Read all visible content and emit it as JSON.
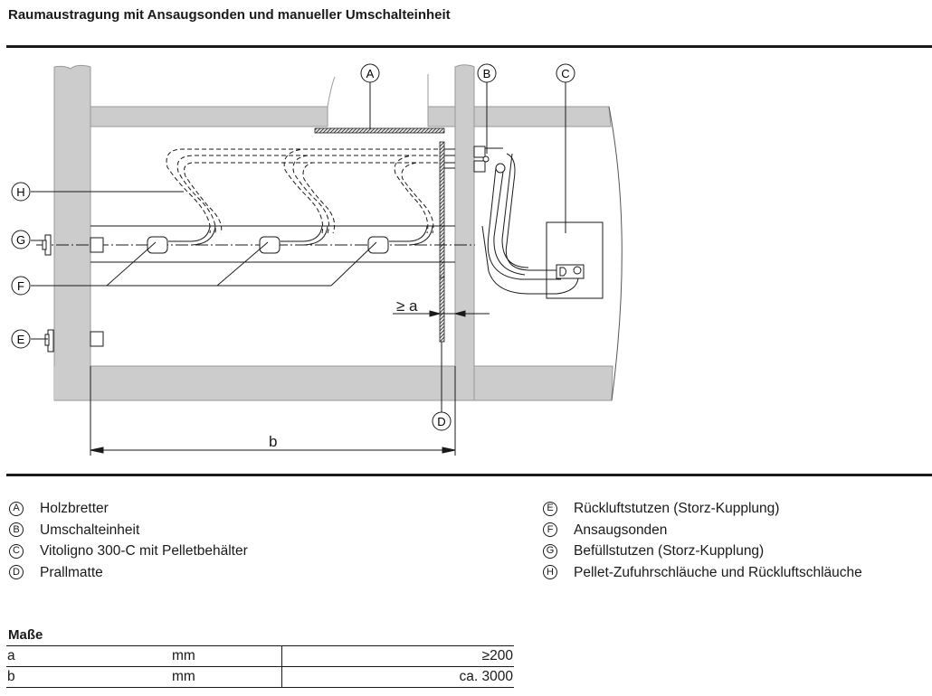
{
  "page": {
    "title": "Raumaustragung mit Ansaugsonden und manueller Umschalteinheit"
  },
  "diagram": {
    "callouts": [
      "A",
      "B",
      "C",
      "D",
      "E",
      "F",
      "G",
      "H"
    ],
    "dimension_labels": {
      "a": "≥ a",
      "b": "b"
    },
    "colors": {
      "wall": "#cccccc",
      "line": "#1a1a1a"
    }
  },
  "legend": {
    "left": [
      {
        "key": "A",
        "label": "Holzbretter"
      },
      {
        "key": "B",
        "label": "Umschalteinheit"
      },
      {
        "key": "C",
        "label": "Vitoligno 300-C mit Pelletbehälter"
      },
      {
        "key": "D",
        "label": "Prallmatte"
      }
    ],
    "right": [
      {
        "key": "E",
        "label": "Rückluftstutzen (Storz-Kupplung)"
      },
      {
        "key": "F",
        "label": "Ansaugsonden"
      },
      {
        "key": "G",
        "label": "Befüllstutzen (Storz-Kupplung)"
      },
      {
        "key": "H",
        "label": "Pellet-Zufuhrschläuche und Rückluftschläuche"
      }
    ]
  },
  "dimensions": {
    "title": "Maße",
    "rows": [
      {
        "symbol": "a",
        "unit": "mm",
        "value": "≥200"
      },
      {
        "symbol": "b",
        "unit": "mm",
        "value": "ca. 3000"
      }
    ]
  }
}
